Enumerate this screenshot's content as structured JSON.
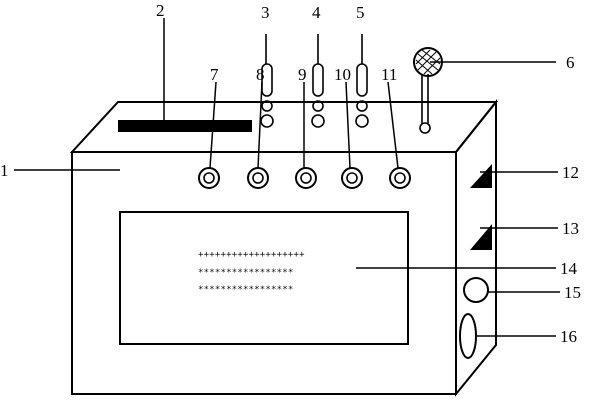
{
  "figure": {
    "labels": [
      "1",
      "2",
      "3",
      "4",
      "5",
      "6",
      "7",
      "8",
      "9",
      "10",
      "11",
      "12",
      "13",
      "14",
      "15",
      "16"
    ],
    "display_rows": [
      "+++++++++++++++++++",
      "*****************",
      "*****************"
    ]
  }
}
